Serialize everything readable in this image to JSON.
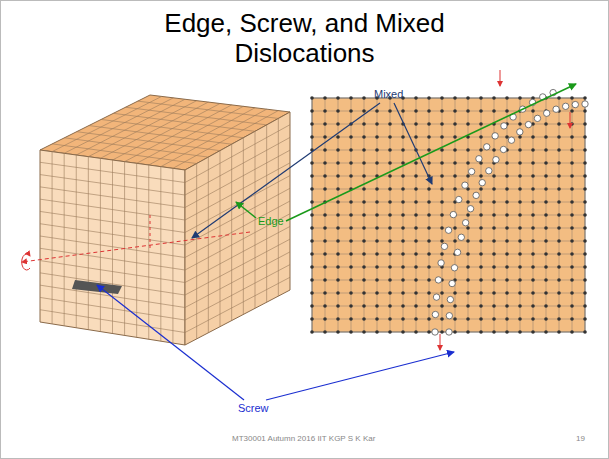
{
  "diagram": {
    "title": "Edge, Screw, and Mixed Dislocations",
    "labels": [
      "Mixed",
      "Edge",
      "Screw",
      "MT30001 Autumn 2016 IIT KGP S K Kar",
      "19"
    ]
  }
}
